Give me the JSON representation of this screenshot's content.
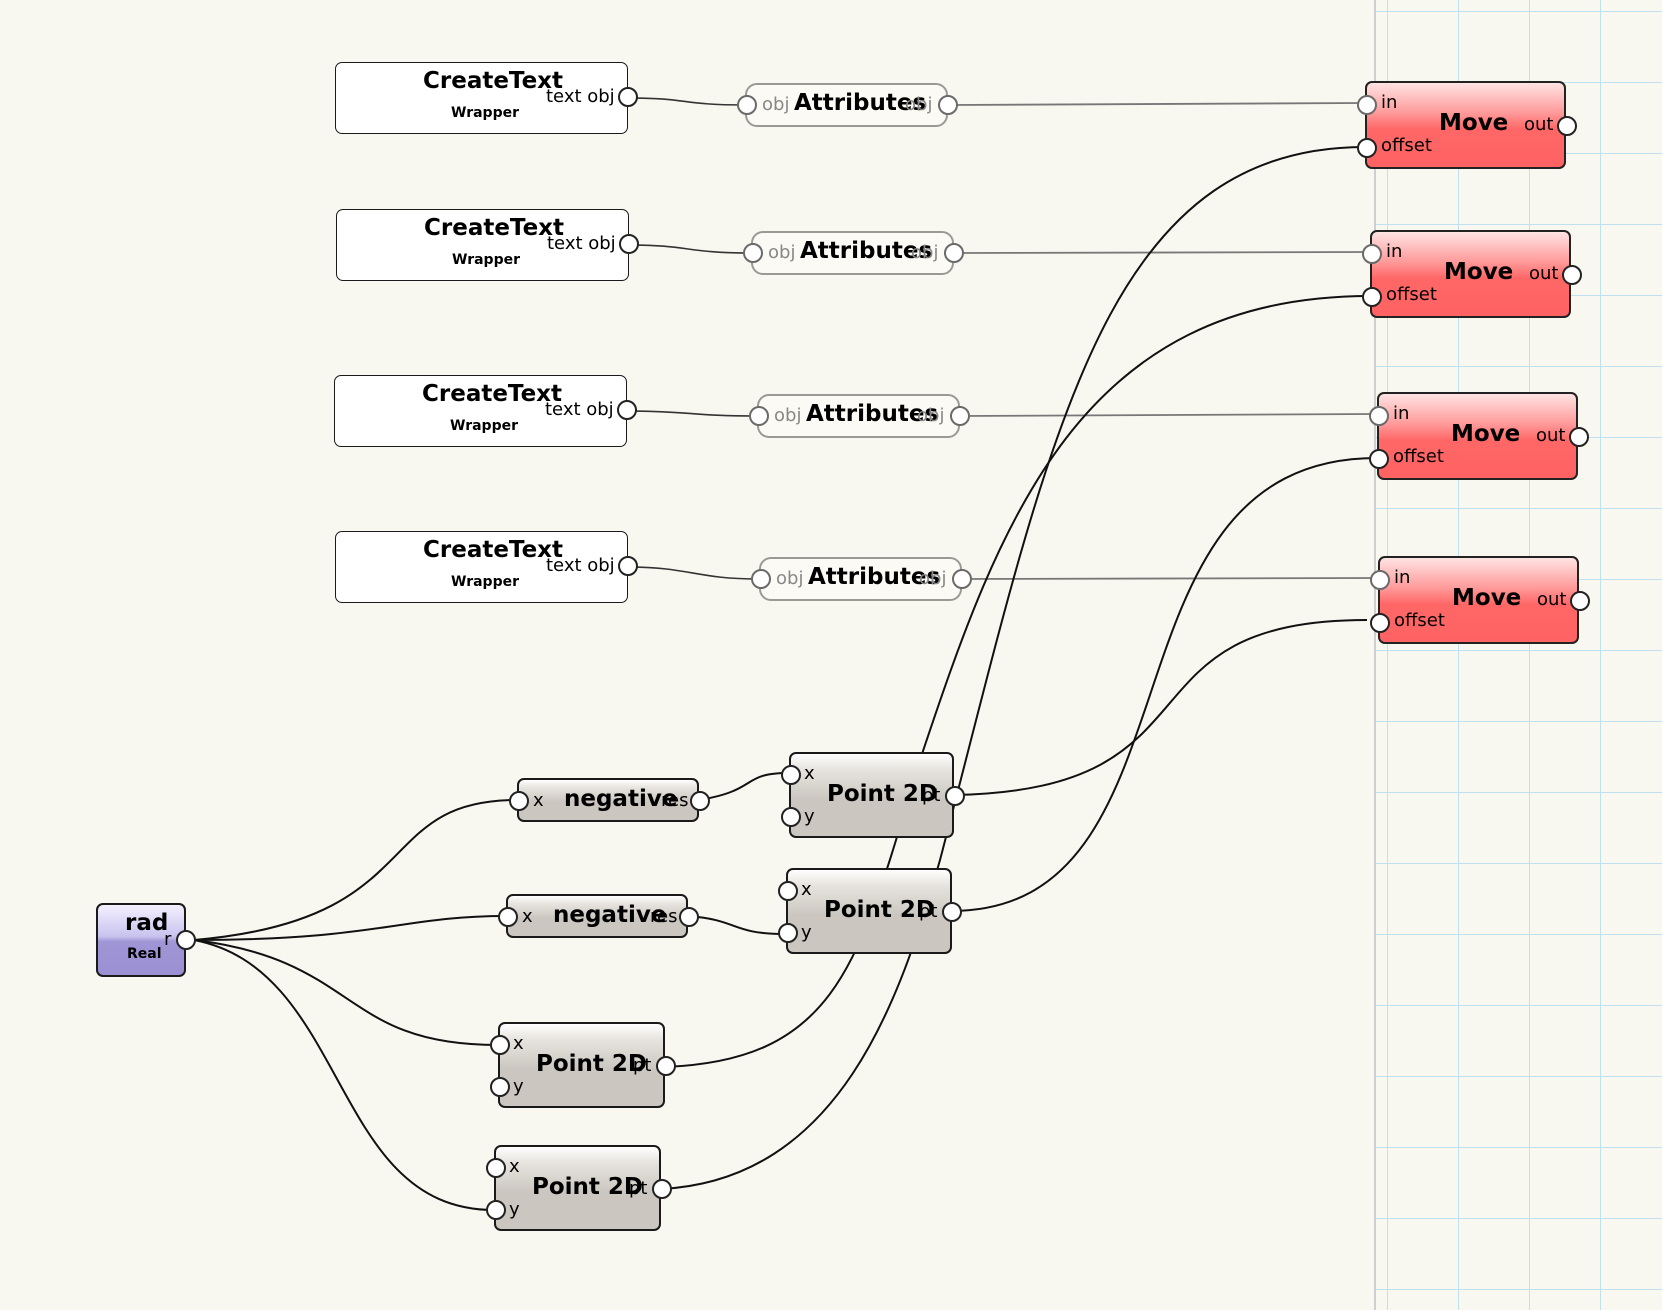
{
  "createText": [
    {
      "title": "CreateText",
      "subtitle": "Wrapper",
      "output": "text obj"
    },
    {
      "title": "CreateText",
      "subtitle": "Wrapper",
      "output": "text obj"
    },
    {
      "title": "CreateText",
      "subtitle": "Wrapper",
      "output": "text obj"
    },
    {
      "title": "CreateText",
      "subtitle": "Wrapper",
      "output": "text obj"
    }
  ],
  "attributes": [
    {
      "input": "obj",
      "title": "Attributes",
      "output": "obj"
    },
    {
      "input": "obj",
      "title": "Attributes",
      "output": "obj"
    },
    {
      "input": "obj",
      "title": "Attributes",
      "output": "obj"
    },
    {
      "input": "obj",
      "title": "Attributes",
      "output": "obj"
    }
  ],
  "move": [
    {
      "title": "Move",
      "in": "in",
      "offset": "offset",
      "out": "out"
    },
    {
      "title": "Move",
      "in": "in",
      "offset": "offset",
      "out": "out"
    },
    {
      "title": "Move",
      "in": "in",
      "offset": "offset",
      "out": "out"
    },
    {
      "title": "Move",
      "in": "in",
      "offset": "offset",
      "out": "out"
    }
  ],
  "negative": [
    {
      "input": "x",
      "title": "negative",
      "output": "res"
    },
    {
      "input": "x",
      "title": "negative",
      "output": "res"
    }
  ],
  "point2d": [
    {
      "title": "Point 2D",
      "x": "x",
      "y": "y",
      "output": "pt"
    },
    {
      "title": "Point 2D",
      "x": "x",
      "y": "y",
      "output": "pt"
    },
    {
      "title": "Point 2D",
      "x": "x",
      "y": "y",
      "output": "pt"
    },
    {
      "title": "Point 2D",
      "x": "x",
      "y": "y",
      "output": "pt"
    }
  ],
  "real": {
    "title": "rad",
    "subtitle": "Real",
    "output": "r"
  },
  "colors": {
    "move": "#ff6262",
    "real": "#9a90d2",
    "point": "#cbc6c0",
    "wire": "#111111",
    "attr_wire": "#777777",
    "grid": "#bfe0ee"
  }
}
